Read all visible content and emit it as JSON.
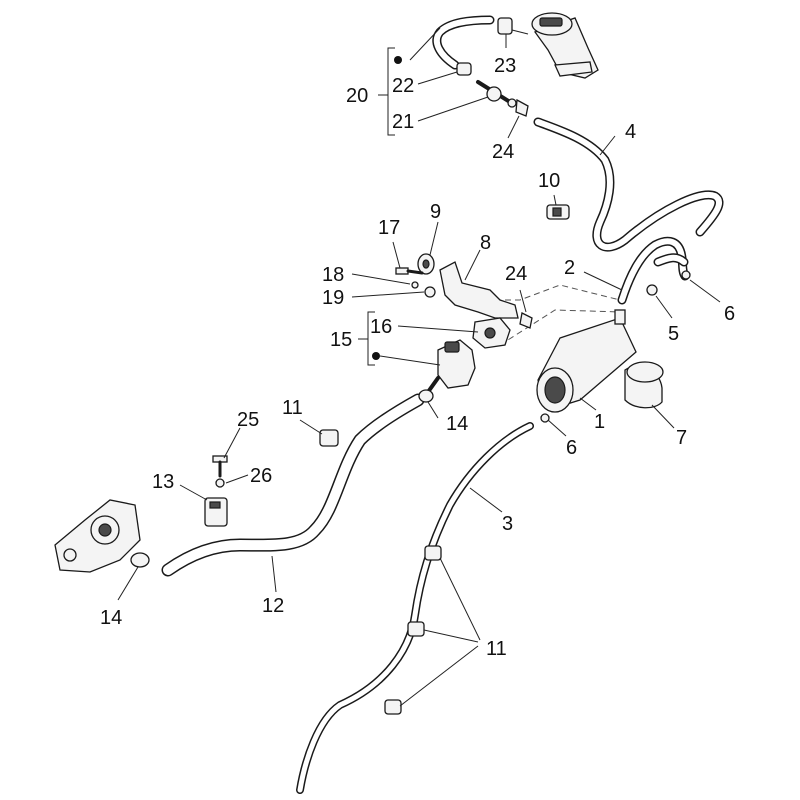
{
  "callouts": {
    "c1": "1",
    "c2": "2",
    "c3": "3",
    "c4": "4",
    "c5": "5",
    "c6a": "6",
    "c6b": "6",
    "c7": "7",
    "c8": "8",
    "c9": "9",
    "c10": "10",
    "c11a": "11",
    "c11b": "11",
    "c12": "12",
    "c13": "13",
    "c14a": "14",
    "c14b": "14",
    "c15": "15",
    "c16": "16",
    "c17": "17",
    "c18": "18",
    "c19": "19",
    "c20": "20",
    "c21": "21",
    "c22": "22",
    "c23": "23",
    "c24a": "24",
    "c24b": "24",
    "c25": "25",
    "c26": "26"
  },
  "colors": {
    "line": "#1a1a1a",
    "fill": "#f4f4f4",
    "dark": "#4a4a4a"
  }
}
